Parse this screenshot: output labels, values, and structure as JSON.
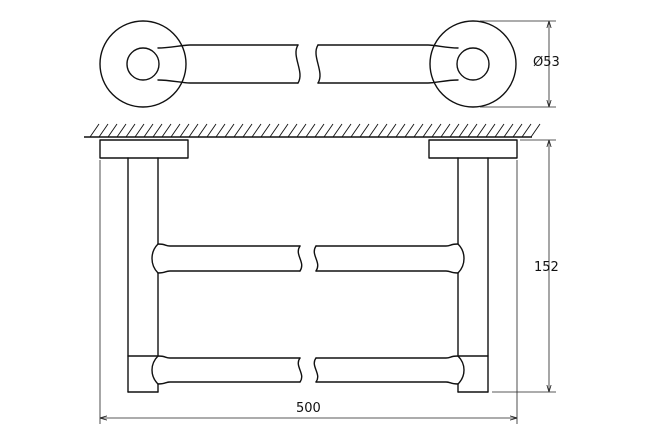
{
  "dimensions": {
    "diameter": "Ø53",
    "height": "152",
    "width": "500"
  }
}
